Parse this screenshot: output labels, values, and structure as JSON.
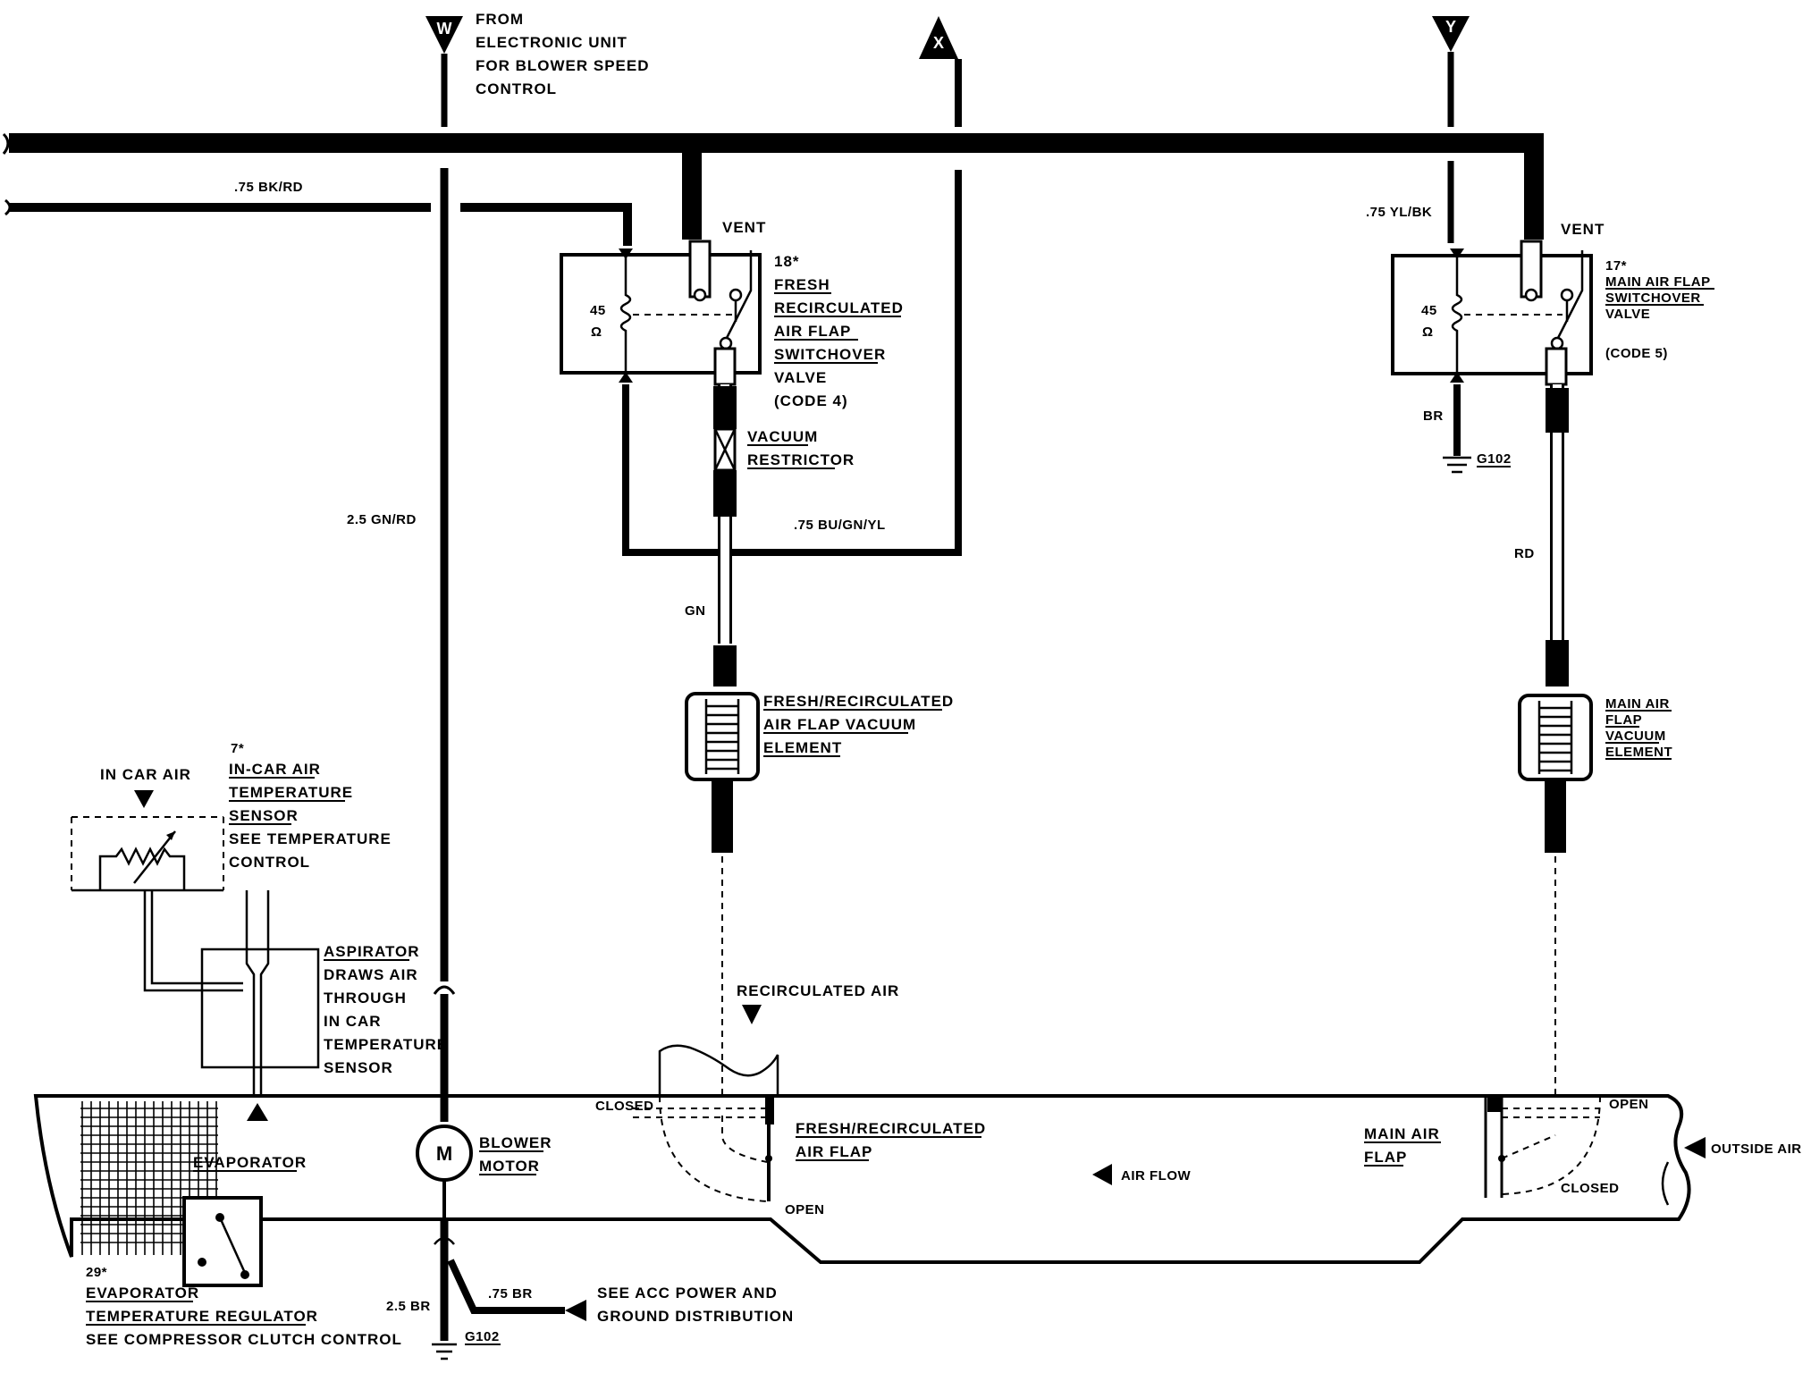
{
  "connectors": {
    "w": "W",
    "x": "X",
    "y": "Y"
  },
  "labels": {
    "from_electronic_unit": [
      "FROM",
      "ELECTRONIC UNIT",
      "FOR BLOWER SPEED",
      "CONTROL"
    ],
    "wire_bk_rd": ".75 BK/RD",
    "wire_gn_rd": "2.5 GN/RD",
    "wire_bu_gn_yl": ".75 BU/GN/YL",
    "wire_yl_bk": ".75 YL/BK",
    "wire_gn": "GN",
    "wire_rd": "RD",
    "wire_br_right": "BR",
    "wire_25_br": "2.5 BR",
    "wire_75_br": ".75 BR",
    "vent_left": "VENT",
    "vent_right": "VENT",
    "ohms_left_value": "45",
    "ohms_right_value": "45",
    "ohm_symbol": "Ω",
    "valve18": [
      "18*",
      "FRESH",
      "RECIRCULATED",
      "AIR FLAP",
      "SWITCHOVER",
      "VALVE",
      "(CODE 4)"
    ],
    "valve17": [
      "17*",
      "MAIN AIR FLAP",
      "SWITCHOVER",
      "VALVE",
      "(CODE 5)"
    ],
    "vacuum_restrictor": [
      "VACUUM",
      "RESTRICTOR"
    ],
    "fresh_vacuum_element": [
      "FRESH/RECIRCULATED",
      "AIR FLAP VACUUM",
      "ELEMENT"
    ],
    "main_vacuum_element": [
      "MAIN AIR",
      "FLAP",
      "VACUUM",
      "ELEMENT"
    ],
    "ground_right": "G102",
    "ground_bottom": "G102",
    "in_car_air": "IN CAR AIR",
    "in_car_sensor": [
      "7*",
      "IN-CAR AIR",
      "TEMPERATURE",
      "SENSOR",
      "SEE TEMPERATURE",
      "CONTROL"
    ],
    "aspirator": [
      "ASPIRATOR",
      "DRAWS AIR",
      "THROUGH",
      "IN CAR",
      "TEMPERATURE",
      "SENSOR"
    ],
    "evaporator": "EVAPORATOR",
    "blower_motor": [
      "BLOWER",
      "MOTOR"
    ],
    "motor_symbol": "M",
    "recirculated_air": "RECIRCULATED AIR",
    "closed_left": "CLOSED",
    "open_left": "OPEN",
    "fresh_air_flap": [
      "FRESH/RECIRCULATED",
      "AIR FLAP"
    ],
    "air_flow": "AIR FLOW",
    "main_air_flap": [
      "MAIN AIR",
      "FLAP"
    ],
    "open_right": "OPEN",
    "closed_right": "CLOSED",
    "outside_air": "OUTSIDE AIR",
    "evap_regulator": [
      "29*",
      "EVAPORATOR",
      "TEMPERATURE REGULATOR",
      "SEE COMPRESSOR CLUTCH CONTROL"
    ],
    "acc_power": [
      "SEE ACC POWER AND",
      "GROUND DISTRIBUTION"
    ]
  }
}
